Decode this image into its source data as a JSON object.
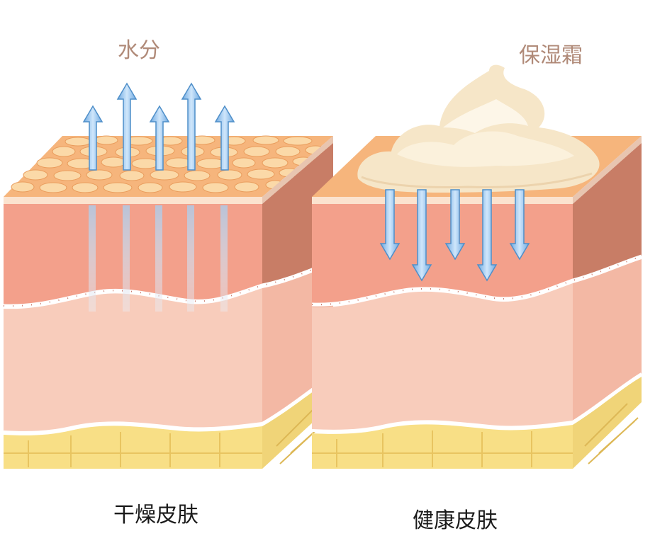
{
  "labels": {
    "water": "水分",
    "cream": "保湿霜",
    "dry_skin": "干燥皮肤",
    "healthy_skin": "健康皮肤"
  },
  "colors": {
    "epidermis": "#f0a08a",
    "epidermis_side": "#c47a64",
    "dermis": "#f8cbb8",
    "dermis_side": "#f2b7a2",
    "fat": "#f8e08a",
    "fat_side": "#f1d67a",
    "surface_dry": "#f7c08a",
    "cream": "#fbecd2",
    "arrow": "#8fc3ee",
    "arrow_stroke": "#4f8fc9"
  }
}
